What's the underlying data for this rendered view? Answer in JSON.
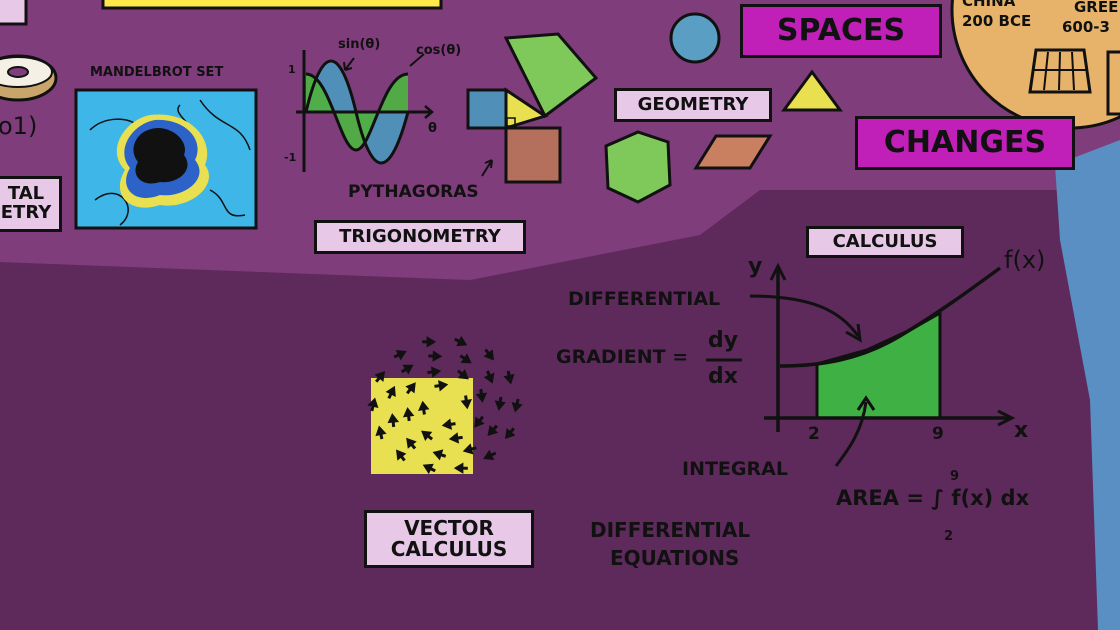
{
  "colors": {
    "background_upper": "#7f3d7c",
    "background_lower": "#5e2a5c",
    "label_pale": "#e7c8e6",
    "label_magenta": "#c01fb8",
    "label_yellow": "#ffe84a",
    "green": "#4fb043",
    "blue": "#5a8fc4",
    "yellow": "#e8e050",
    "brown": "#b4705c",
    "orange_bubble": "#e7b36a"
  },
  "labels": {
    "mandelbrot": "MANDELBROT SET",
    "sin": "sin(θ)",
    "cos": "cos(θ)",
    "axis_one": "1",
    "axis_neg_one": "-1",
    "axis_theta": "θ",
    "pythagoras": "PYTHAGORAS",
    "trigonometry": "TRIGONOMETRY",
    "geometry": "GEOMETRY",
    "spaces": "SPACES",
    "changes": "CHANGES",
    "calculus": "CALCULUS",
    "differential": "DIFFERENTIAL",
    "gradient": "GRADIENT =",
    "dy": "dy",
    "dx": "dx",
    "fx": "f(x)",
    "y_axis": "y",
    "x_axis": "x",
    "tick_2": "2",
    "tick_9": "9",
    "integral": "INTEGRAL",
    "area_formula": "AREA = ∫ f(x) dx",
    "integral_upper": "9",
    "integral_lower": "2",
    "vector_calculus_1": "VECTOR",
    "vector_calculus_2": "CALCULUS",
    "differential_equations_1": "DIFFERENTIAL",
    "differential_equations_2": "EQUATIONS",
    "left_tal": "TAL",
    "left_etry": "ETRY",
    "left_paren": "ο1)",
    "china": "CHINA",
    "china_date": "200 BCE",
    "greece": "GREE",
    "greece_date": "600-3"
  }
}
